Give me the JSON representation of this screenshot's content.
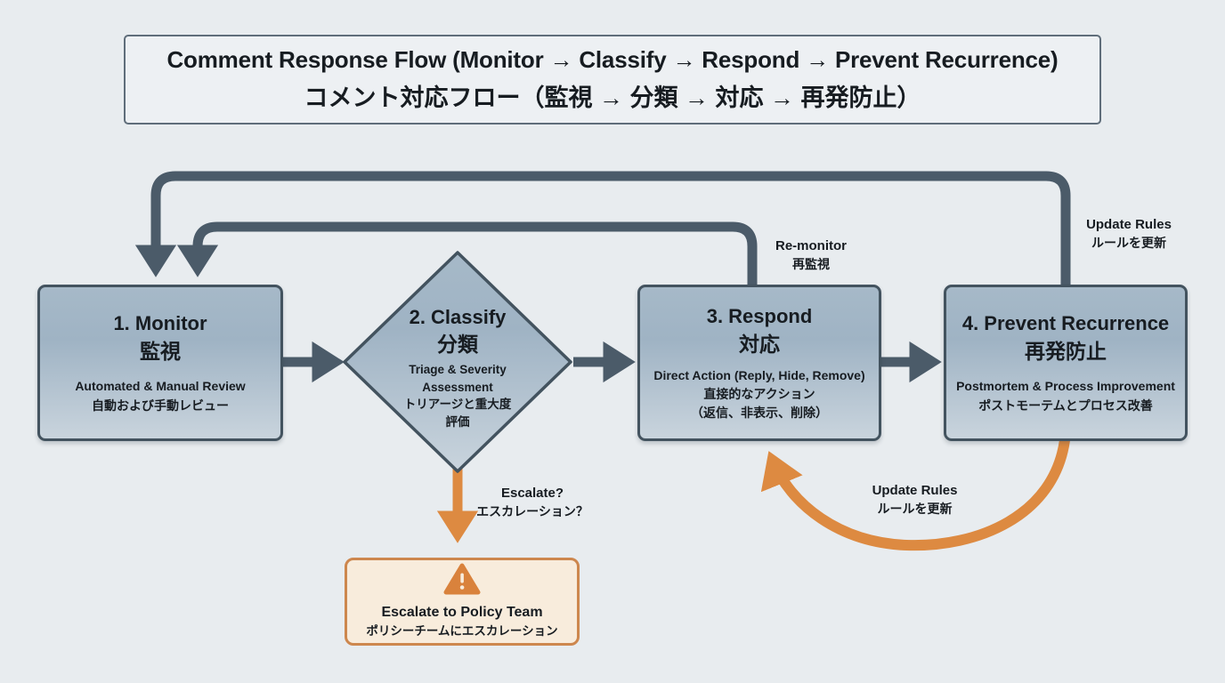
{
  "title": {
    "en": "Comment Response Flow (Monitor → Classify → Respond → Prevent Recurrence)",
    "ja": "コメント対応フロー（監視 → 分類 → 対応 → 再発防止）"
  },
  "nodes": {
    "monitor": {
      "step_title": "1. Monitor",
      "step_title_ja": "監視",
      "desc": "Automated & Manual Review",
      "desc_ja": "自動および手動レビュー"
    },
    "classify": {
      "step_title": "2. Classify",
      "step_title_ja": "分類",
      "desc": "Triage & Severity Assessment",
      "desc_ja": "トリアージと重大度評価"
    },
    "respond": {
      "step_title": "3. Respond",
      "step_title_ja": "対応",
      "desc": "Direct Action (Reply, Hide, Remove)",
      "desc_ja_line1": "直接的なアクション",
      "desc_ja_line2": "（返信、非表示、削除）"
    },
    "prevent": {
      "step_title": "4. Prevent Recurrence",
      "step_title_ja": "再発防止",
      "desc": "Postmortem & Process Improvement",
      "desc_ja": "ポストモーテムとプロセス改善"
    },
    "escalate": {
      "icon": "warning-triangle",
      "title": "Escalate to Policy Team",
      "title_ja": "ポリシーチームにエスカレーション"
    }
  },
  "edge_labels": {
    "re_monitor": {
      "en": "Re-monitor",
      "ja": "再監視"
    },
    "update_rules_top": {
      "en": "Update Rules",
      "ja": "ルールを更新"
    },
    "escalate_question": {
      "en": "Escalate?",
      "ja": "エスカレーション？"
    },
    "update_rules_loop": {
      "en": "Update Rules",
      "ja": "ルールを更新"
    }
  },
  "colors": {
    "background": "#e8ecef",
    "node_fill_top": "#a6b9c8",
    "node_fill_bottom": "#c9d4dd",
    "node_border": "#43535f",
    "connector": "#4b5b69",
    "accent_orange": "#dd8a41",
    "escalate_fill": "#f8ecdc",
    "escalate_border": "#cd874e",
    "text": "#171c21"
  }
}
